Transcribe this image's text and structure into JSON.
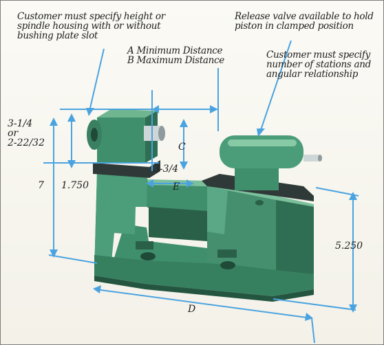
{
  "notes": {
    "spindle": "Customer must specify height or\nspindle housing with or without\nbushing plate slot",
    "release": "Release valve available to hold\npiston in clamped position",
    "distances": "A Minimum Distance\nB Maximum Distance",
    "stations": "Customer must specify\nnumber of stations and\nangular relationship"
  },
  "dimensions": {
    "left_height": "3-1/4\nor\n2-22/32",
    "overall_height": "7",
    "base_height": "1.750",
    "center_offset": "C",
    "block_width": "3-3/4",
    "gap": "E",
    "right_height": "5.250",
    "length": "D"
  },
  "colors": {
    "callout": "#4aa3e0",
    "casting": "#3f8f6d",
    "casting_dark": "#2a6048",
    "casting_light": "#7cbf9c",
    "plate": "#2f3a38",
    "steel": "#cfd6d8"
  }
}
